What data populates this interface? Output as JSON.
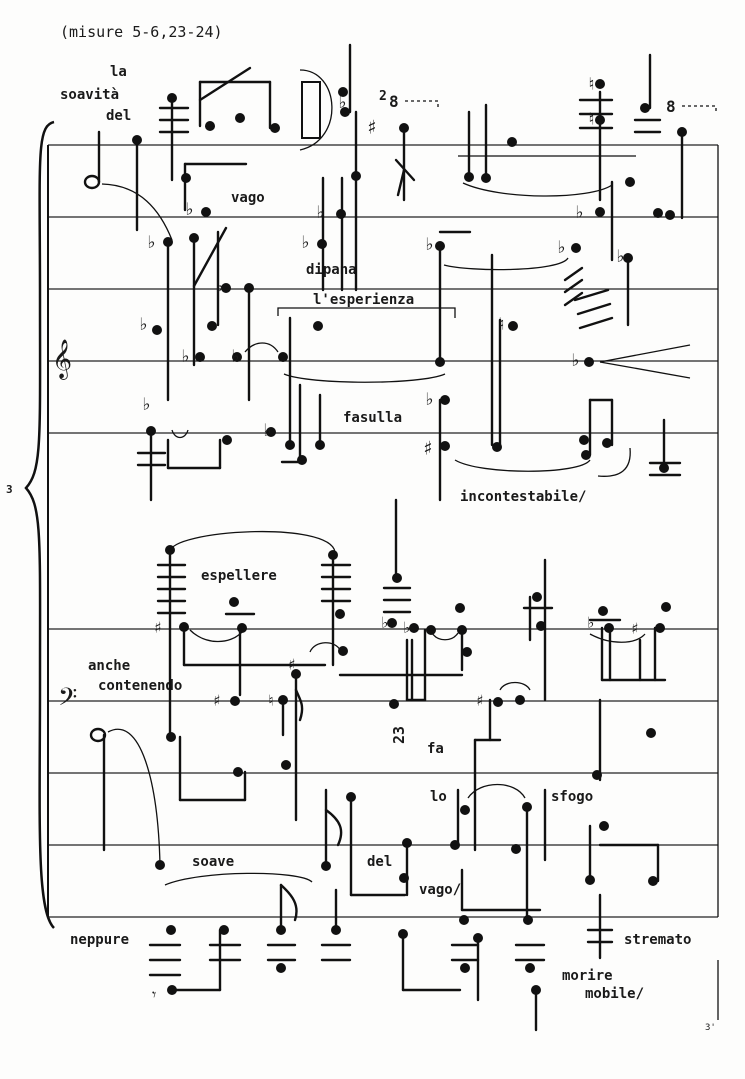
{
  "header": {
    "text": "(misure 5-6,23-24)"
  },
  "system": {
    "brace_number": "3",
    "page_mark": "3'"
  },
  "clefs": {
    "treble": "𝄞",
    "bass": "𝄢"
  },
  "upper_staff": {
    "words": [
      "la",
      "soavità",
      "del",
      "vago",
      "dipana",
      "l'esperienza",
      "fasulla",
      "incontestabile/"
    ],
    "markings": {
      "octave": "8",
      "octave_prefix": "2",
      "octave_right": "8"
    }
  },
  "lower_staff": {
    "words": [
      "espellere",
      "anche",
      "contenendo",
      "fa",
      "lo",
      "sfogo",
      "soave",
      "del",
      "vago/",
      "neppure",
      "stremato",
      "morire",
      "mobile/"
    ],
    "markings": {
      "tempo_digits": "23"
    }
  }
}
